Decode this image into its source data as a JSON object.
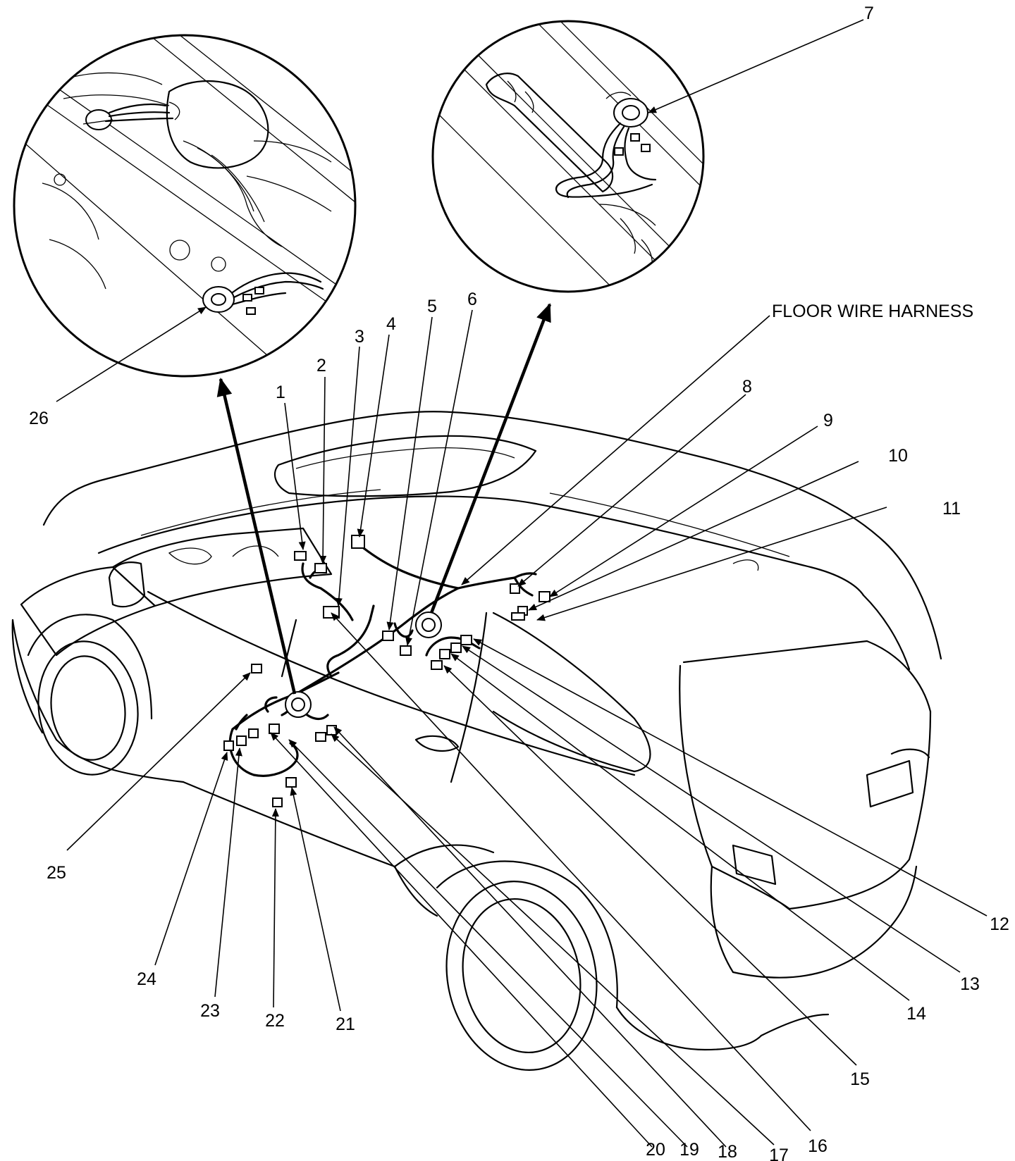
{
  "callouts": {
    "c1": "1",
    "c2": "2",
    "c3": "3",
    "c4": "4",
    "c5": "5",
    "c6": "6",
    "c7": "7",
    "c8": "8",
    "c9": "9",
    "c10": "10",
    "c11": "11",
    "c12": "12",
    "c13": "13",
    "c14": "14",
    "c15": "15",
    "c16": "16",
    "c17": "17",
    "c18": "18",
    "c19": "19",
    "c20": "20",
    "c21": "21",
    "c22": "22",
    "c23": "23",
    "c24": "24",
    "c25": "25",
    "c26": "26"
  },
  "harness_label": "FLOOR WIRE HARNESS"
}
